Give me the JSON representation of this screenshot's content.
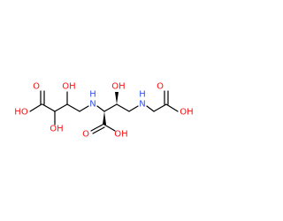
{
  "molecule": {
    "atoms": {
      "oh_left": "HO",
      "o_top_left": "O",
      "oh_upper_left": "OH",
      "oh_lower_left": "OH",
      "nh_left": "H",
      "n_left": "N",
      "oh_center_top": "OH",
      "nh_right": "H",
      "n_right": "N",
      "o_center_bottom": "O",
      "oh_center_bottom": "OH",
      "o_top_right": "O",
      "oh_right": "OH"
    }
  },
  "colors": {
    "oxygen": "#ff0d0d",
    "nitrogen": "#3050f8",
    "bond": "#000000",
    "background": "#ffffff"
  }
}
